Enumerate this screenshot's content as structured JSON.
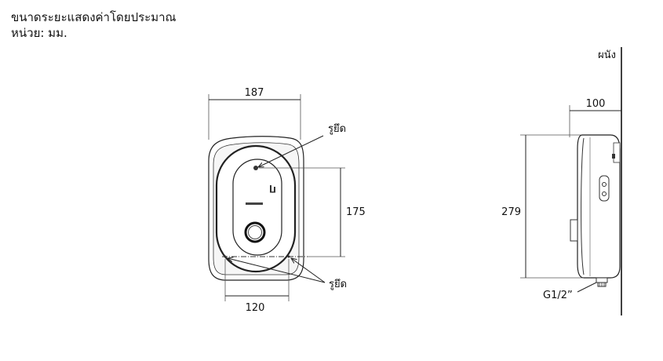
{
  "header": {
    "line1": "ขนาดระยะแสดงค่าโดยประมาณ",
    "line2": "หน่วย: มม."
  },
  "front_view": {
    "width_label": "187",
    "height_label": "175",
    "bottom_label": "120",
    "mount_top_label": "รูยึด",
    "mount_bottom_label": "รูยึด"
  },
  "side_view": {
    "wall_label": "ผนัง",
    "depth_label": "100",
    "height_label": "279",
    "pipe_label": "G1/2”"
  },
  "colors": {
    "line": "#222222",
    "body_fill": "#ffffff",
    "knob_dark": "#1a1a1a"
  }
}
